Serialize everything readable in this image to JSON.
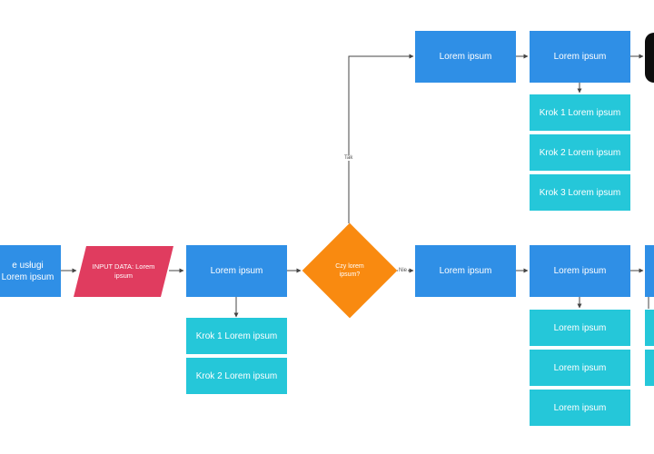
{
  "nodes": {
    "start": "e usługi Lorem ipsum",
    "input": "INPUT DATA: Lorem ipsum",
    "process_main": "Lorem ipsum",
    "decision": "Czy lorem ipsum?",
    "yes_process_1": "Lorem ipsum",
    "yes_process_2": "Lorem ipsum",
    "no_process_1": "Lorem ipsum",
    "no_process_2": "Lorem ipsum"
  },
  "steps": {
    "main": [
      "Krok 1 Lorem ipsum",
      "Krok 2 Lorem ipsum"
    ],
    "yes": [
      "Krok 1 Lorem ipsum",
      "Krok 2 Lorem ipsum",
      "Krok 3 Lorem ipsum"
    ],
    "no": [
      "Lorem ipsum",
      "Lorem ipsum",
      "Lorem ipsum"
    ]
  },
  "edge_labels": {
    "yes": "Tak",
    "no": "Nie"
  },
  "colors": {
    "process": "#2f8fe6",
    "step": "#25c7d9",
    "input": "#e03c5f",
    "decision": "#f98a10",
    "terminal": "#0d0d0d",
    "connector": "#444444"
  }
}
